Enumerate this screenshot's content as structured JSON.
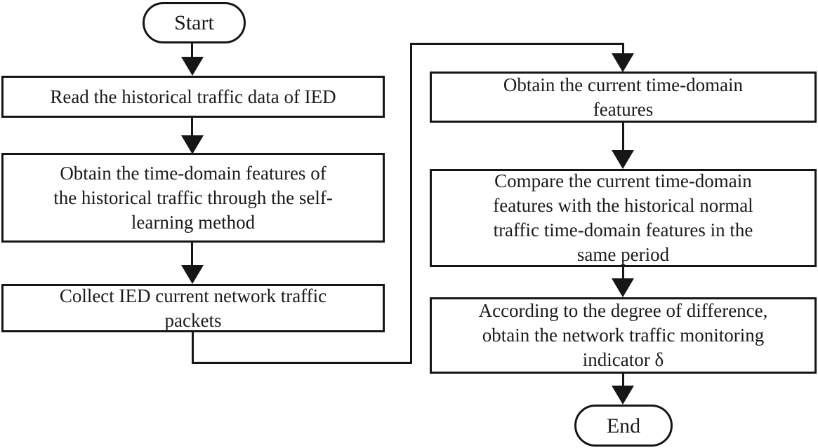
{
  "diagram": {
    "background": "#ffffff",
    "line_color": "#161616",
    "text_color": "#1b1b1b",
    "nodes": {
      "start": {
        "type": "terminator",
        "label": "Start"
      },
      "read_historical": {
        "type": "process",
        "label": "Read the historical traffic data of IED"
      },
      "obtain_historical_features": {
        "type": "process",
        "label": "Obtain the time-domain features of\nthe historical traffic through the self-\nlearning method"
      },
      "collect_packets": {
        "type": "process",
        "label": "Collect IED current network traffic\npackets"
      },
      "obtain_current_features": {
        "type": "process",
        "label": "Obtain the current time-domain\nfeatures"
      },
      "compare_features": {
        "type": "process",
        "label": "Compare the current time-domain\nfeatures with the historical normal\ntraffic time-domain features in the\nsame period"
      },
      "monitoring_indicator": {
        "type": "process",
        "label": "According to the degree of difference,\nobtain the network traffic monitoring\nindicator δ"
      },
      "end": {
        "type": "terminator",
        "label": "End"
      }
    },
    "edges": [
      {
        "from": "start",
        "to": "read_historical"
      },
      {
        "from": "read_historical",
        "to": "obtain_historical_features"
      },
      {
        "from": "obtain_historical_features",
        "to": "collect_packets"
      },
      {
        "from": "collect_packets",
        "to": "obtain_current_features"
      },
      {
        "from": "obtain_current_features",
        "to": "compare_features"
      },
      {
        "from": "compare_features",
        "to": "monitoring_indicator"
      },
      {
        "from": "monitoring_indicator",
        "to": "end"
      }
    ]
  }
}
